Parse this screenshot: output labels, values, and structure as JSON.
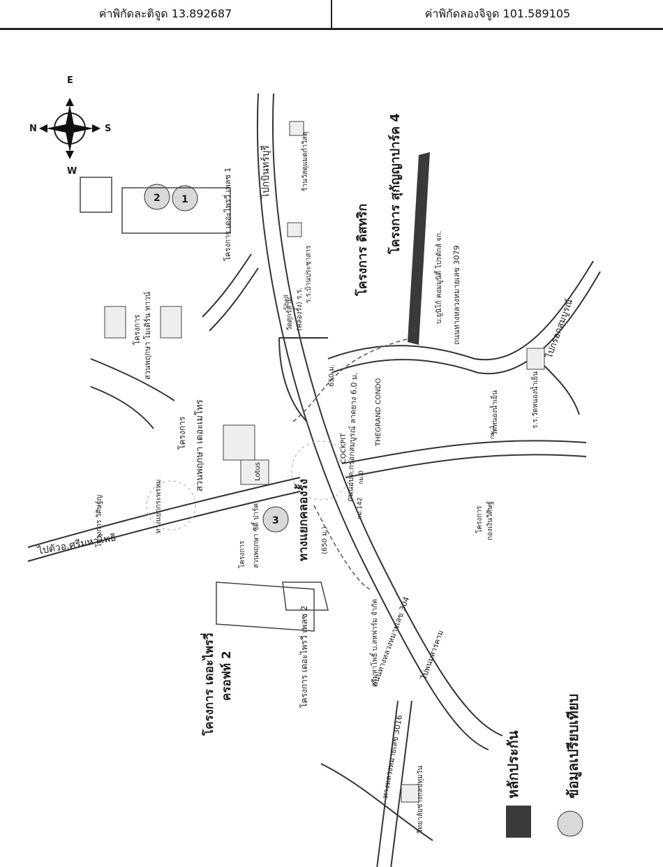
{
  "header": {
    "lat_label": "ค่าพิกัดละติจูด 13.892687",
    "lng_label": "ค่าพิกัดลองจิจูด 101.589105"
  },
  "compass": {
    "n": "N",
    "e": "E",
    "s": "S",
    "w": "W"
  },
  "labels": {
    "to_kabin": "ไปกบินทร์บุรี",
    "to_srimahaphot": "ไปตัวอ.ศรีมหาโพธิ",
    "to_krok_sombun": "ไปกรอกสมบูรณ์",
    "junction": "ทางแยกคลองรั้ง",
    "project_dictrik": "โครงการ ดิสทริก",
    "project_sukyan": "โครงการ สุกัญญาปาร์ค 4",
    "project_thepri1": "โครงการ เดอะไพรวี่ เพลซ 1",
    "project_thepri2_title": "โครงการ เดอะไพรวี่",
    "project_thepri2_sub": "ครอฟท์ 2",
    "project_thepri2_place": "โครงการ เดอะไพรวี่ เพลซ 2",
    "project_modern_a": "โครงการ",
    "project_modern_b": "สวนพฤกษา โมเดิร์น ทาวน์",
    "project_metro_a": "โครงการ",
    "project_metro_b": "สวนพฤกษา เดอะเมโทร",
    "project_city_a": "โครงการ",
    "project_city_b": "สวนพฤกษา ซิตี้ ปาร์ค",
    "project_wisan": "โครงการ วิศิษฐ์ญ",
    "project_kongngoen_a": "โครงการ",
    "project_kongngoen_b": "กองเงินวิศิษฐ์",
    "shop": "ร้านวัสดุแมดก่ำวิสดุ",
    "school_ban_prachasarn": "ร.ร.บ้านประชาสาร",
    "wat": "วัดศุกร์สาม",
    "wat_sub": "(คลองรั้ง) ร.ร.",
    "wat_nong_nam_yen": "วัดหนองน้ำเย็น",
    "school_nong_nam_yen": "ร.ร.วัดหนองน้ำเย็น",
    "factory": "บ.ยูนิโก้ คอมมูนิตี้ โปรดักส์ จก.",
    "road_3079": "ถนนทางหลวงหมายเลข 3079",
    "road_304": "ถนนทางหลวงหมายเลข 304",
    "road_304_to": "ไปพนมสารคาม",
    "road_3016": "ทางหลวงหมายเลข 3016",
    "local_road": "ถนนอบต.กรอกสมบูรณ์ ลาดยาง 6.0 ม.",
    "km142": "กม.142",
    "km_0": "กม.0",
    "km_1": "กม.1",
    "dist_650a": "650 ม.",
    "dist_650b": "(650 ม.)",
    "cockpit": "COCKPIT",
    "grand_condo": "THEGRAND CONDO",
    "lotus": "Lotus",
    "shell": "Shell",
    "company": "ศรีมหาโพธิ์ บ.สหฟาร์ม จำกัด",
    "college": "วิทยาลัยช่างกลปทุมวัน",
    "junction_small": "ทางแยกกระพรหม",
    "circle1": "1",
    "circle2": "2",
    "circle3": "3"
  },
  "legend": {
    "subject": "หลักประกัน",
    "comparable": "ข้อมูลเปรียบเทียบ"
  },
  "colors": {
    "road": "#333333",
    "subject_fill": "#3a3a3a",
    "comparable_fill": "#d9d9d9",
    "project_line": "#444444"
  }
}
